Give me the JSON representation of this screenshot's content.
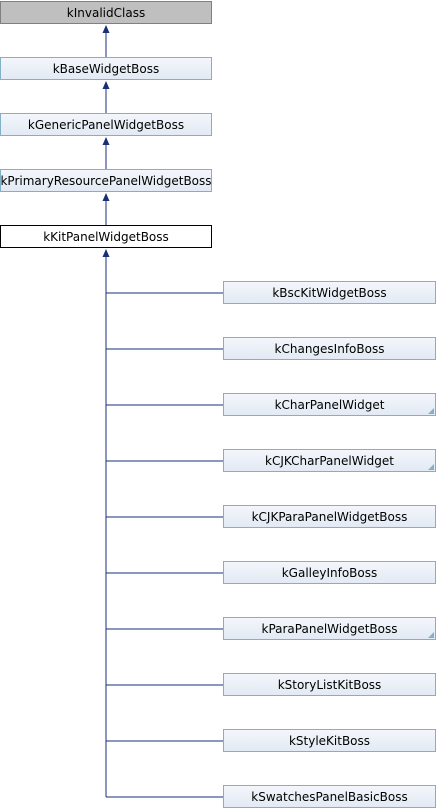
{
  "diagram": {
    "base_chain": [
      {
        "label": "kInvalidClass",
        "style": "gray",
        "interactable": false
      },
      {
        "label": "kBaseWidgetBoss",
        "style": "link",
        "interactable": true
      },
      {
        "label": "kGenericPanelWidgetBoss",
        "style": "link",
        "interactable": true
      },
      {
        "label": "kPrimaryResourcePanelWidgetBoss",
        "style": "link",
        "interactable": true
      },
      {
        "label": "kKitPanelWidgetBoss",
        "style": "current",
        "interactable": false
      }
    ],
    "derived": [
      {
        "label": "kBscKitWidgetBoss",
        "has_more": false
      },
      {
        "label": "kChangesInfoBoss",
        "has_more": false
      },
      {
        "label": "kCharPanelWidget",
        "has_more": true
      },
      {
        "label": "kCJKCharPanelWidget",
        "has_more": true
      },
      {
        "label": "kCJKParaPanelWidgetBoss",
        "has_more": false
      },
      {
        "label": "kGalleyInfoBoss",
        "has_more": false
      },
      {
        "label": "kParaPanelWidgetBoss",
        "has_more": true
      },
      {
        "label": "kStoryListKitBoss",
        "has_more": false
      },
      {
        "label": "kStyleKitBoss",
        "has_more": false
      },
      {
        "label": "kSwatchesPanelBasicBoss",
        "has_more": false
      }
    ],
    "colors": {
      "edge": "#1b2e78",
      "node_border": "#84b0c7",
      "root_fill": "#bfbfbf"
    }
  }
}
